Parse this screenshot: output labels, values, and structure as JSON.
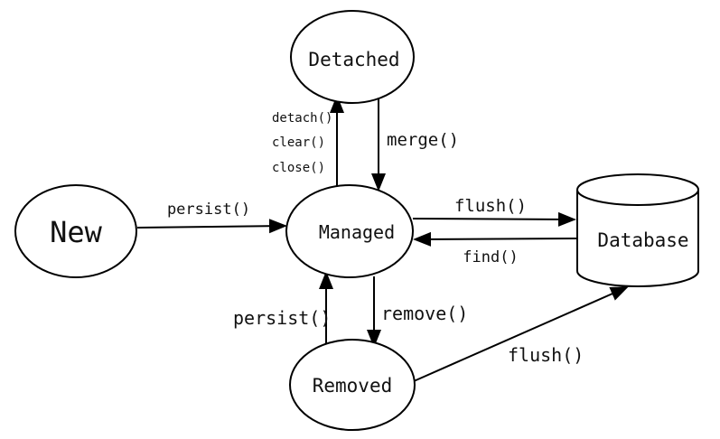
{
  "diagram": {
    "nodes": {
      "new": {
        "label": "New"
      },
      "managed": {
        "label": "Managed"
      },
      "detached": {
        "label": "Detached"
      },
      "removed": {
        "label": "Removed"
      },
      "database": {
        "label": "Database"
      }
    },
    "edges": {
      "new_to_managed": {
        "label": "persist()"
      },
      "managed_to_detached": {
        "labels": [
          "detach()",
          "clear()",
          "close()"
        ]
      },
      "detached_to_managed": {
        "label": "merge()"
      },
      "managed_to_database": {
        "label": "flush()"
      },
      "database_to_managed": {
        "label": "find()"
      },
      "managed_to_removed": {
        "label": "remove()"
      },
      "removed_to_managed": {
        "label": "persist()"
      },
      "removed_to_database": {
        "label": "flush()"
      }
    }
  }
}
